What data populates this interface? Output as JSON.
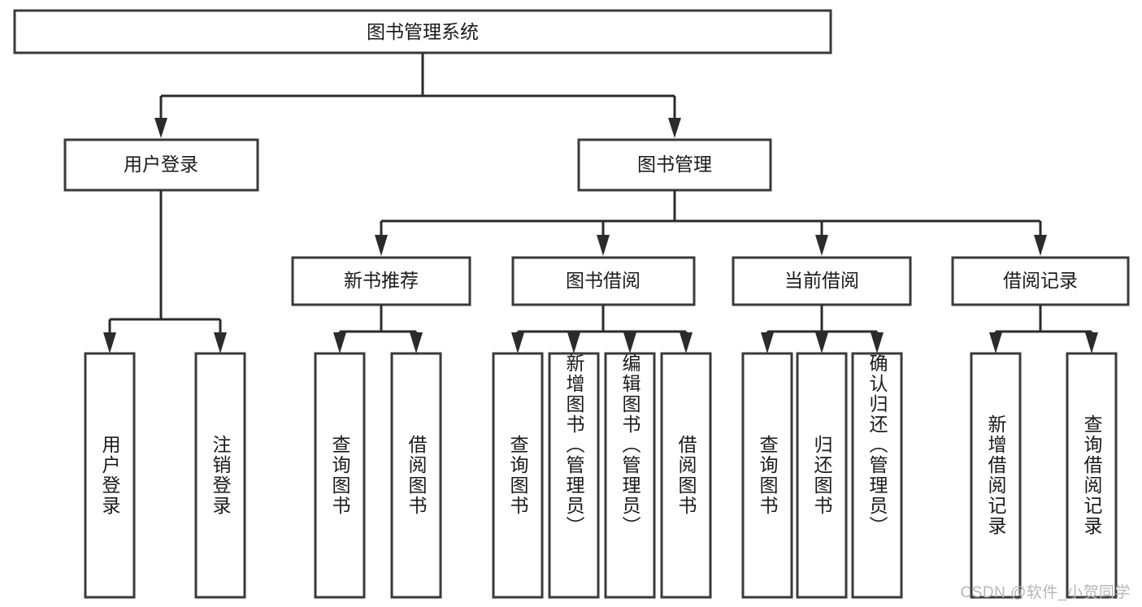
{
  "diagram": {
    "kind": "tree-hierarchy",
    "title": "图书管理系统",
    "watermark": "CSDN @软件_小贺同学",
    "colors": {
      "box_stroke": "#3a3a3a",
      "connector": "#2b2b2b",
      "box_fill": "#ffffff",
      "text": "#1a1a1a",
      "watermark": "#b6b6b6",
      "background": "#ffffff"
    },
    "root": {
      "label": "图书管理系统"
    },
    "level1": [
      {
        "id": "user-login",
        "label": "用户登录"
      },
      {
        "id": "book-manage",
        "label": "图书管理"
      }
    ],
    "level2": [
      {
        "id": "new-book-recommend",
        "label": "新书推荐",
        "parent": "book-manage"
      },
      {
        "id": "book-borrow",
        "label": "图书借阅",
        "parent": "book-manage"
      },
      {
        "id": "current-borrow",
        "label": "当前借阅",
        "parent": "book-manage"
      },
      {
        "id": "borrow-record",
        "label": "借阅记录",
        "parent": "book-manage"
      }
    ],
    "leaves": [
      {
        "id": "leaf-user-login",
        "label": "用户登录",
        "parent": "user-login"
      },
      {
        "id": "leaf-logout",
        "label": "注销登录",
        "parent": "user-login"
      },
      {
        "id": "leaf-query-book-1",
        "label": "查询图书",
        "parent": "new-book-recommend"
      },
      {
        "id": "leaf-borrow-book-1",
        "label": "借阅图书",
        "parent": "new-book-recommend"
      },
      {
        "id": "leaf-query-book-2",
        "label": "查询图书",
        "parent": "book-borrow"
      },
      {
        "id": "leaf-add-book",
        "label": "新增图书（管理员）",
        "parent": "book-borrow"
      },
      {
        "id": "leaf-edit-book",
        "label": "编辑图书（管理员）",
        "parent": "book-borrow"
      },
      {
        "id": "leaf-borrow-book-2",
        "label": "借阅图书",
        "parent": "book-borrow"
      },
      {
        "id": "leaf-query-book-3",
        "label": "查询图书",
        "parent": "current-borrow"
      },
      {
        "id": "leaf-return-book",
        "label": "归还图书",
        "parent": "current-borrow"
      },
      {
        "id": "leaf-confirm-return",
        "label": "确认归还（管理员）",
        "parent": "current-borrow"
      },
      {
        "id": "leaf-add-record",
        "label": "新增借阅记录",
        "parent": "borrow-record"
      },
      {
        "id": "leaf-query-record",
        "label": "查询借阅记录",
        "parent": "borrow-record"
      }
    ]
  }
}
